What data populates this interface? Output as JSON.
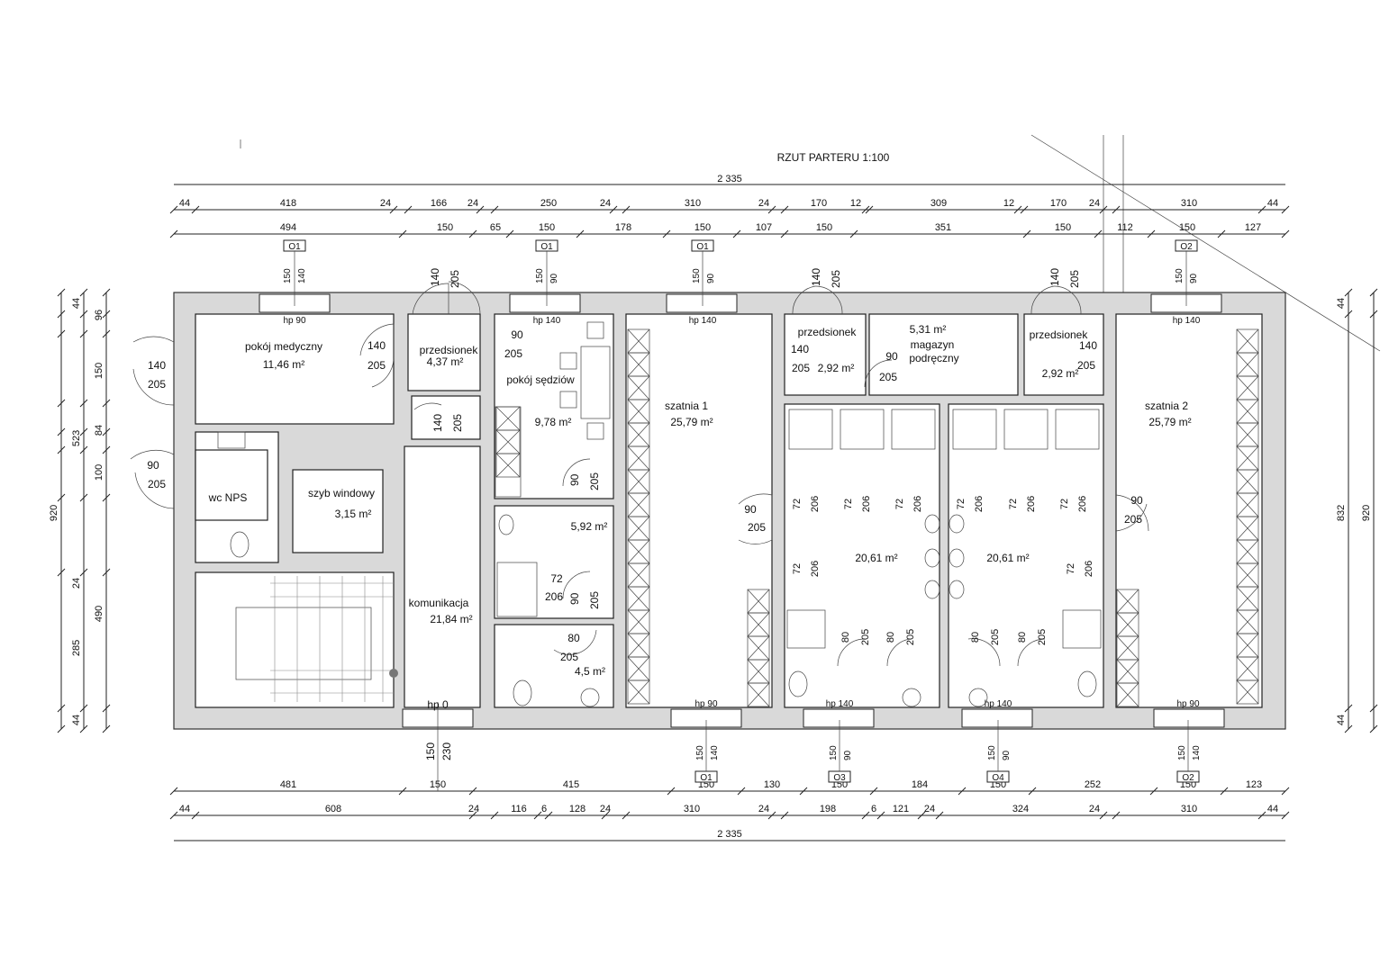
{
  "title": "RZUT PARTERU 1:100",
  "total_width_label": "2 335",
  "dims_top_row1": [
    "44",
    "418",
    "24",
    "166",
    "24",
    "250",
    "24",
    "310",
    "24",
    "170",
    "12",
    "309",
    "12",
    "170",
    "24",
    "310",
    "44"
  ],
  "dims_top_row2": [
    "494",
    "150",
    "65",
    "150",
    "178",
    "150",
    "107",
    "150",
    "351",
    "150",
    "112",
    "150",
    "127"
  ],
  "dims_bottom_row1": [
    "481",
    "150",
    "415",
    "150",
    "130",
    "150",
    "184",
    "150",
    "252",
    "150",
    "123"
  ],
  "dims_bottom_row2": [
    "44",
    "608",
    "24",
    "116",
    "6",
    "128",
    "24",
    "310",
    "24",
    "198",
    "6",
    "121",
    "24",
    "324",
    "24",
    "310",
    "44"
  ],
  "dims_left": [
    "44",
    "96",
    "150",
    "84",
    "100",
    "523",
    "920",
    "24",
    "490",
    "285",
    "44"
  ],
  "dims_right": [
    "44",
    "832",
    "920",
    "44"
  ],
  "window_tags_top": [
    "O1",
    "O1",
    "O1",
    "O2"
  ],
  "window_tags_bottom": [
    "O1",
    "O3",
    "O4",
    "O2"
  ],
  "rooms": {
    "pokoj_medyczny": {
      "name": "pokój medyczny",
      "area": "11,46 m²"
    },
    "przedsionek_1": {
      "name": "przedsionek",
      "area": "4,37 m²"
    },
    "pokoj_sedziow": {
      "name": "pokój sędziów",
      "area": "9,78 m²"
    },
    "szatnia_1": {
      "name": "szatnia 1",
      "area": "25,79 m²"
    },
    "przedsionek_2": {
      "name": "przedsionek",
      "area": "2,92 m²"
    },
    "magazyn": {
      "area": "5,31 m²",
      "name1": "magazyn",
      "name2": "podręczny"
    },
    "przedsionek_3": {
      "name": "przedsionek",
      "area": "2,92 m²"
    },
    "szatnia_2": {
      "name": "szatnia 2",
      "area": "25,79 m²"
    },
    "wc_nps": {
      "name": "wc NPS"
    },
    "szyb": {
      "name": "szyb windowy",
      "area": "3,15 m²"
    },
    "komunikacja": {
      "name": "komunikacja",
      "area": "21,84 m²"
    },
    "lazienka_1": {
      "area": "5,92 m²"
    },
    "wc_1": {
      "area": "4,5 m²"
    },
    "natryski_1": {
      "area": "20,61 m²"
    },
    "natryski_2": {
      "area": "20,61 m²"
    }
  },
  "labels": {
    "hp90": "hp 90",
    "hp140": "hp 140",
    "hp0": "hp 0",
    "d140": "140",
    "d205": "205",
    "d90": "90",
    "d80": "80",
    "d72": "72",
    "d206": "206",
    "d150": "150",
    "d230": "230"
  }
}
